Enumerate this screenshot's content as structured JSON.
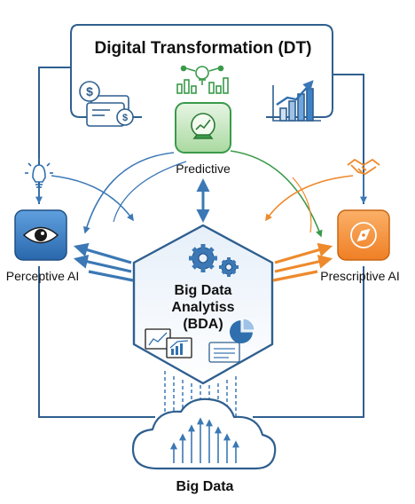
{
  "title": "Digital Transformation (DT)",
  "nodes": {
    "predictive": {
      "label": "Predictive",
      "icon": "crystal-ball-chart-icon",
      "color": "#3a9a4a"
    },
    "perceptive": {
      "label": "Perceptive AI",
      "icon": "eye-icon",
      "color": "#2f6fae"
    },
    "prescriptive": {
      "label": "Prescriptive AI",
      "icon": "compass-icon",
      "color": "#ee8a2c"
    },
    "bda": {
      "line1": "Big Data",
      "line2": "Analytiss",
      "line3": "(BDA)",
      "icon": "gears-icon"
    },
    "bigdata": {
      "label": "Big Data",
      "icon": "cloud-upload-icon"
    }
  },
  "icons": {
    "top_left": "money-coins-icon",
    "top_center": "lightbulb-network-icon",
    "top_right": "growth-chart-icon",
    "left_side": "lightbulb-icon",
    "right_side": "handshake-icon",
    "bda_left": "chart-documents-icon",
    "bda_right_top": "pie-chart-icon",
    "bda_right_bottom": "report-document-icon"
  },
  "colors": {
    "frame": "#2f5f8f",
    "arrow_blue": "#3b78b5",
    "arrow_orange": "#ee8a2c",
    "arrow_green": "#3a9a4a",
    "hex_fill_top": "#e9f1fa",
    "hex_fill_bottom": "#ffffff"
  }
}
